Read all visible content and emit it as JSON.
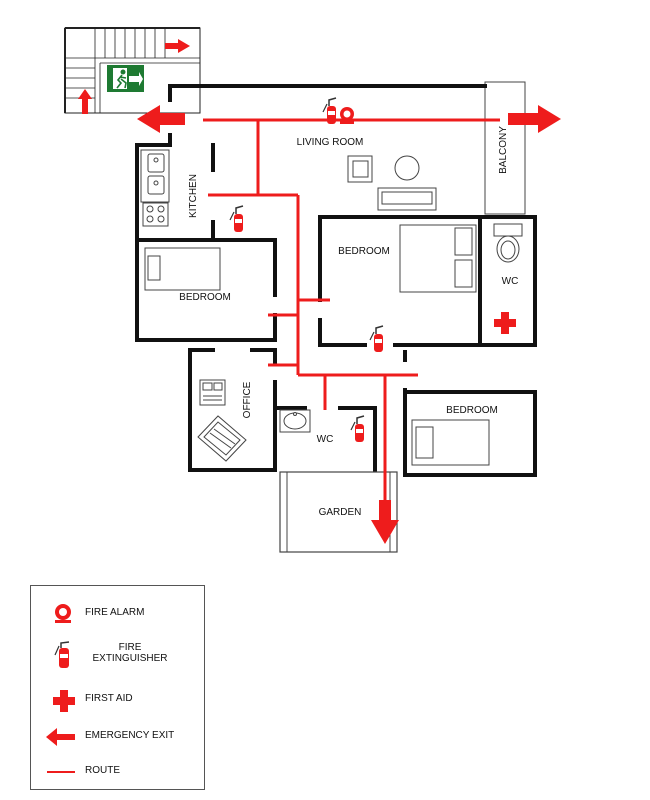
{
  "rooms": {
    "living_room": "LIVING ROOM",
    "balcony": "BALCONY",
    "kitchen": "KITCHEN",
    "bedroom_1": "BEDROOM",
    "bedroom_2": "BEDROOM",
    "bedroom_3": "BEDROOM",
    "wc_1": "WC",
    "wc_2": "WC",
    "office": "OFFICE",
    "garden": "GARDEN"
  },
  "legend": {
    "fire_alarm": "FIRE ALARM",
    "fire_extinguisher_line1": "FIRE",
    "fire_extinguisher_line2": "EXTINGUISHER",
    "first_aid": "FIRST AID",
    "emergency_exit": "EMERGENCY EXIT",
    "route": "ROUTE"
  },
  "colors": {
    "wall": "#111111",
    "route": "#ee1c1c",
    "exit_sign": "#1e7a32",
    "furniture": "#444444"
  },
  "icons": [
    "fire-alarm-icon",
    "fire-extinguisher-icon",
    "first-aid-icon",
    "emergency-exit-arrow-icon",
    "exit-sign-icon",
    "staircase-icon"
  ]
}
